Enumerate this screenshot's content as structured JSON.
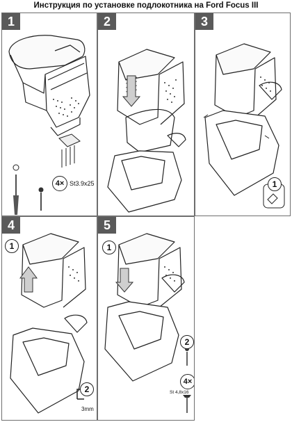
{
  "title": "Инструкция по установке подлокотника на Ford Focus III",
  "steps": [
    {
      "number": "1",
      "qty": "4×",
      "screw": "St3.9x25"
    },
    {
      "number": "2"
    },
    {
      "number": "3",
      "sub": "1"
    },
    {
      "number": "4",
      "sub_a": "1",
      "sub_b": "2",
      "hex": "3mm"
    },
    {
      "number": "5",
      "sub_a": "1",
      "sub_b": "2",
      "qty": "4×",
      "screw": "St 4,8x16"
    }
  ]
}
